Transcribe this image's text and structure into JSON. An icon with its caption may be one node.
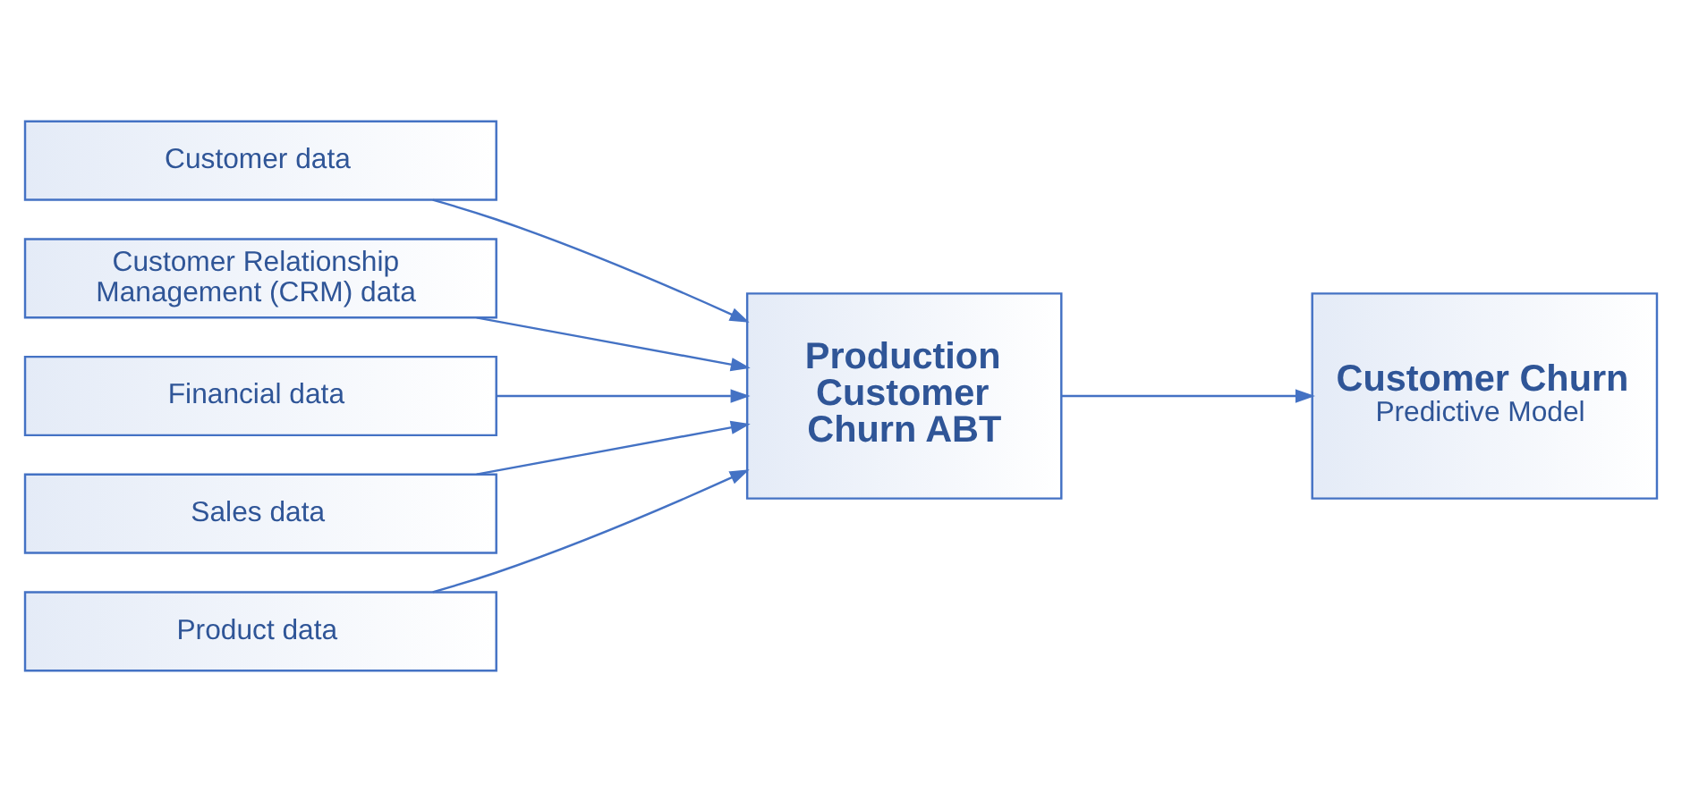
{
  "diagram": {
    "nodes": [
      {
        "text": [
          "Customer data"
        ]
      },
      {
        "text": [
          "Customer Relationship Management (CRM) data"
        ]
      },
      {
        "text": [
          "Financial data"
        ]
      },
      {
        "text": [
          "Sales data"
        ]
      },
      {
        "text": [
          "Product data"
        ]
      },
      {
        "text": [
          "Production Customer Churn ABT"
        ]
      },
      {
        "text": [
          "Customer Churn",
          "Predictive Model"
        ]
      }
    ],
    "edges": [
      {
        "from": 0,
        "to": 5,
        "arrow": "to"
      },
      {
        "from": 1,
        "to": 5,
        "arrow": "to"
      },
      {
        "from": 2,
        "to": 5,
        "arrow": "to"
      },
      {
        "from": 3,
        "to": 5,
        "arrow": "to"
      },
      {
        "from": 4,
        "to": 5,
        "arrow": "to"
      },
      {
        "from": 5,
        "to": 6,
        "arrow": "to"
      }
    ]
  }
}
